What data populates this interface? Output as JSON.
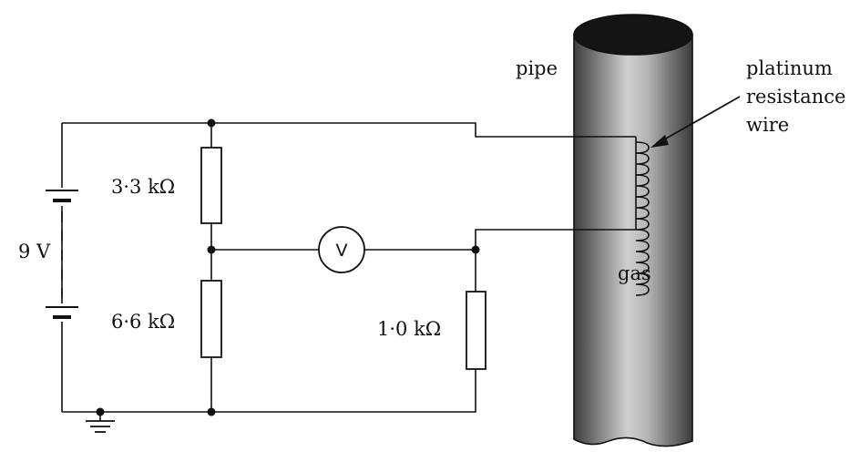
{
  "labels": {
    "battery": "9 V",
    "r_top": "3·3 kΩ",
    "r_bottom": "6·6 kΩ",
    "r_right": "1·0 kΩ",
    "voltmeter": "V",
    "pipe": "pipe",
    "gas": "gas",
    "wire_line1": "platinum",
    "wire_line2": "resistance",
    "wire_line3": "wire"
  },
  "colors": {
    "ink": "#111111",
    "pipe_dark": "#4a4a4a",
    "pipe_light": "#c8c8c8"
  }
}
